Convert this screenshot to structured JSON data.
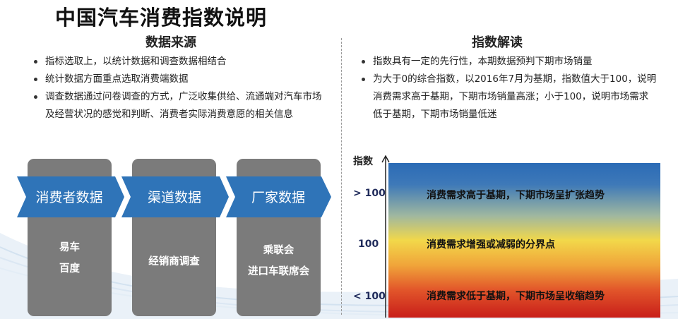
{
  "title": "中国汽车消费指数说明",
  "left": {
    "heading": "数据来源",
    "bullets": [
      "指标选取上，以统计数据和调查数据相结合",
      "统计数据方面重点选取消费端数据",
      "调查数据通过问卷调查的方式，广泛收集供给、流通端对汽车市场及经营状况的感觉和判断、消费者实际消费意愿的相关信息"
    ],
    "sources": [
      {
        "label": "消费者数据",
        "items": [
          "易车",
          "百度"
        ]
      },
      {
        "label": "渠道数据",
        "items": [
          "经销商调查"
        ]
      },
      {
        "label": "厂家数据",
        "items": [
          "乘联会",
          "进口车联席会"
        ]
      }
    ]
  },
  "right": {
    "heading": "指数解读",
    "bullets": [
      "指数具有一定的先行性，本期数据预判下期市场销量",
      "为大于0的综合指数，以2016年7月为基期，指数值大于100，说明消费需求高于基期，下期市场销量高涨；小于100，说明市场需求低于基期，下期市场销量低迷"
    ],
    "axis_label": "指数",
    "levels": [
      {
        "tick": "> 100",
        "text": "消费需求高于基期，下期市场呈扩张趋势"
      },
      {
        "tick": "100",
        "text": "消费需求增强或减弱的分界点"
      },
      {
        "tick": "< 100",
        "text": "消费需求低于基期，下期市场呈收缩趋势"
      }
    ]
  },
  "colors": {
    "arrow_blue": "#2f74b8",
    "box_gray": "#7b7b7b",
    "gradient_top": "#2b6bb6",
    "gradient_mid": "#f2d84a",
    "gradient_bottom": "#c81e1a"
  }
}
